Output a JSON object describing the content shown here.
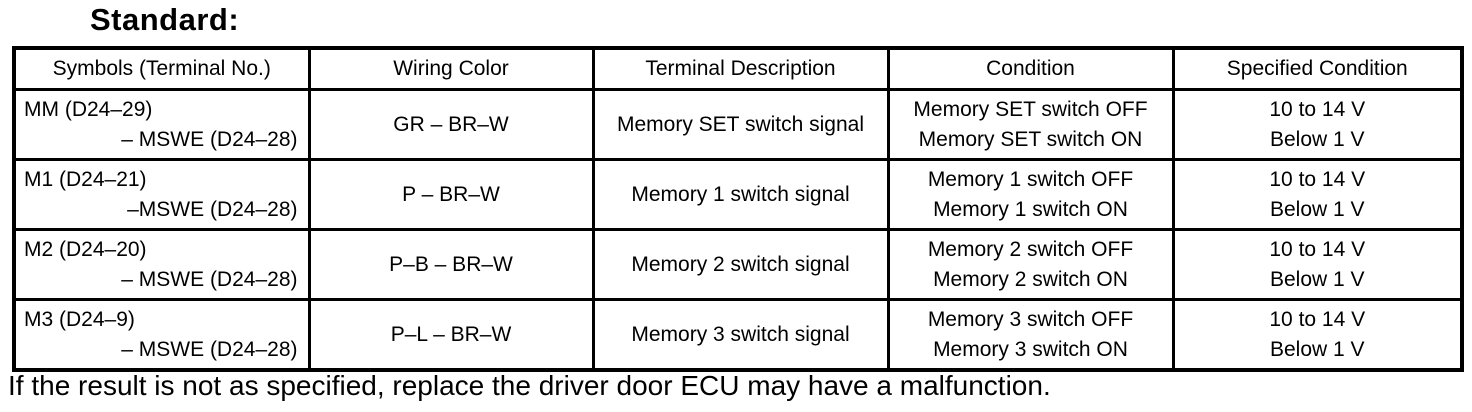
{
  "title": "Standard:",
  "table": {
    "headers": [
      "Symbols (Terminal No.)",
      "Wiring Color",
      "Terminal Description",
      "Condition",
      "Specified Condition"
    ],
    "rows": [
      {
        "symbol_line1": "MM (D24–29)",
        "symbol_line2": "– MSWE (D24–28)",
        "wiring_color": "GR – BR–W",
        "terminal_description": "Memory SET switch signal",
        "condition_line1": "Memory SET switch OFF",
        "condition_line2": "Memory SET switch ON",
        "specified_line1": "10 to 14 V",
        "specified_line2": "Below 1 V"
      },
      {
        "symbol_line1": "M1 (D24–21)",
        "symbol_line2": "–MSWE (D24–28)",
        "wiring_color": "P – BR–W",
        "terminal_description": "Memory 1 switch signal",
        "condition_line1": "Memory 1 switch OFF",
        "condition_line2": "Memory 1 switch ON",
        "specified_line1": "10 to 14 V",
        "specified_line2": "Below 1 V"
      },
      {
        "symbol_line1": "M2 (D24–20)",
        "symbol_line2": "– MSWE (D24–28)",
        "wiring_color": "P–B – BR–W",
        "terminal_description": "Memory 2 switch signal",
        "condition_line1": "Memory 2 switch OFF",
        "condition_line2": "Memory 2 switch ON",
        "specified_line1": "10 to 14 V",
        "specified_line2": "Below 1 V"
      },
      {
        "symbol_line1": "M3 (D24–9)",
        "symbol_line2": "– MSWE (D24–28)",
        "wiring_color": "P–L – BR–W",
        "terminal_description": "Memory 3 switch signal",
        "condition_line1": "Memory 3 switch OFF",
        "condition_line2": "Memory 3 switch ON",
        "specified_line1": "10 to 14 V",
        "specified_line2": "Below 1 V"
      }
    ]
  },
  "footer_text": "If the result is not as specified, replace the driver door ECU may have a malfunction."
}
